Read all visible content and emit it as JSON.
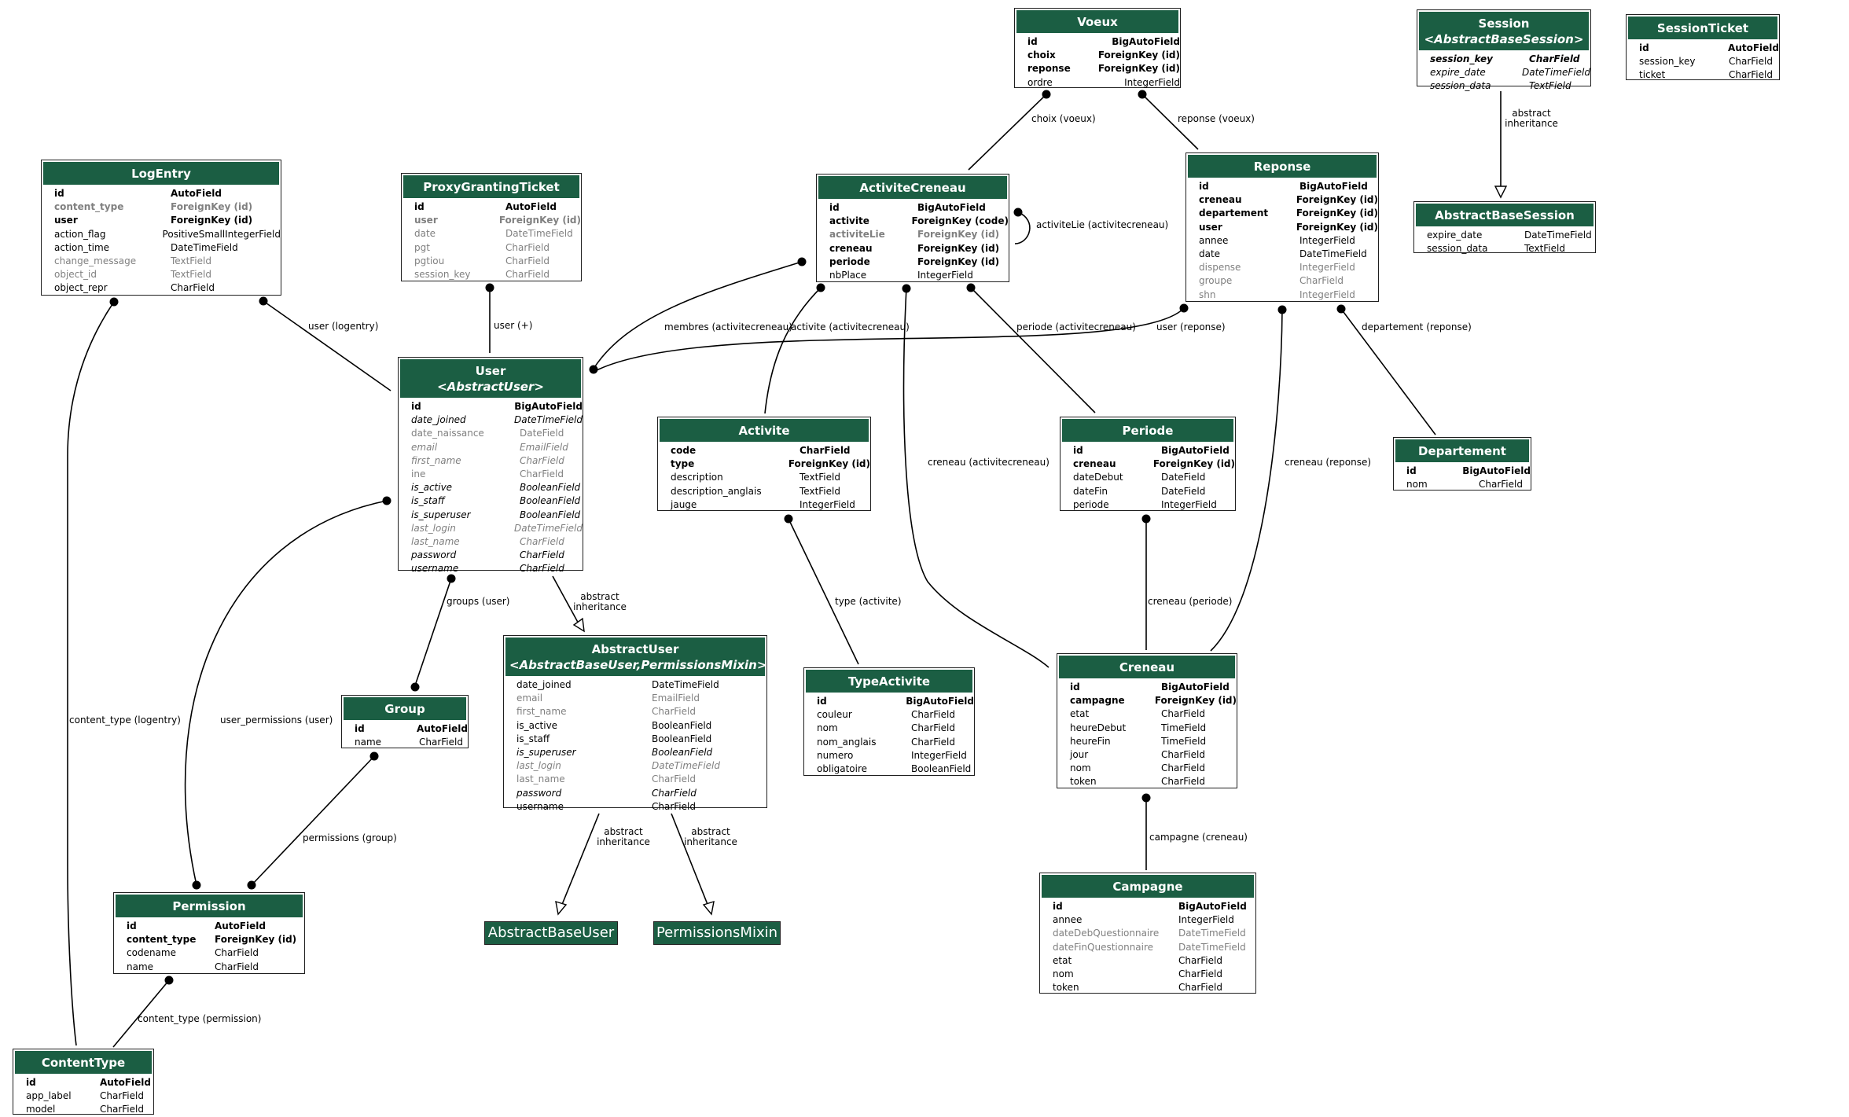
{
  "colors": {
    "header": "#1b5e43",
    "header_text": "#ffffff",
    "border": "#1f1f1f",
    "inherited_field": "#808080"
  },
  "models": [
    {
      "id": "voeux",
      "title": "Voeux",
      "sub": "",
      "fields": [
        [
          "id",
          "BigAutoField",
          "b"
        ],
        [
          "choix",
          "ForeignKey (id)",
          "b"
        ],
        [
          "reponse",
          "ForeignKey (id)",
          "b"
        ],
        [
          "ordre",
          "IntegerField",
          ""
        ]
      ]
    },
    {
      "id": "session",
      "title": "Session",
      "sub": "<AbstractBaseSession>",
      "fields": [
        [
          "session_key",
          "CharField",
          "bi"
        ],
        [
          "expire_date",
          "DateTimeField",
          "i"
        ],
        [
          "session_data",
          "TextField",
          "i"
        ]
      ]
    },
    {
      "id": "sessionticket",
      "title": "SessionTicket",
      "sub": "",
      "fields": [
        [
          "id",
          "AutoField",
          "b"
        ],
        [
          "session_key",
          "CharField",
          ""
        ],
        [
          "ticket",
          "CharField",
          ""
        ]
      ]
    },
    {
      "id": "logentry",
      "title": "LogEntry",
      "sub": "",
      "fields": [
        [
          "id",
          "AutoField",
          "b"
        ],
        [
          "content_type",
          "ForeignKey (id)",
          "bg"
        ],
        [
          "user",
          "ForeignKey (id)",
          "b"
        ],
        [
          "action_flag",
          "PositiveSmallIntegerField",
          ""
        ],
        [
          "action_time",
          "DateTimeField",
          ""
        ],
        [
          "change_message",
          "TextField",
          "g"
        ],
        [
          "object_id",
          "TextField",
          "g"
        ],
        [
          "object_repr",
          "CharField",
          ""
        ]
      ]
    },
    {
      "id": "proxy",
      "title": "ProxyGrantingTicket",
      "sub": "",
      "fields": [
        [
          "id",
          "AutoField",
          "b"
        ],
        [
          "user",
          "ForeignKey (id)",
          "bg"
        ],
        [
          "date",
          "DateTimeField",
          "g"
        ],
        [
          "pgt",
          "CharField",
          "g"
        ],
        [
          "pgtiou",
          "CharField",
          "g"
        ],
        [
          "session_key",
          "CharField",
          "g"
        ]
      ]
    },
    {
      "id": "activitecreneau",
      "title": "ActiviteCreneau",
      "sub": "",
      "fields": [
        [
          "id",
          "BigAutoField",
          "b"
        ],
        [
          "activite",
          "ForeignKey (code)",
          "b"
        ],
        [
          "activiteLie",
          "ForeignKey (id)",
          "bg"
        ],
        [
          "creneau",
          "ForeignKey (id)",
          "b"
        ],
        [
          "periode",
          "ForeignKey (id)",
          "b"
        ],
        [
          "nbPlace",
          "IntegerField",
          ""
        ]
      ]
    },
    {
      "id": "reponse",
      "title": "Reponse",
      "sub": "",
      "fields": [
        [
          "id",
          "BigAutoField",
          "b"
        ],
        [
          "creneau",
          "ForeignKey (id)",
          "b"
        ],
        [
          "departement",
          "ForeignKey (id)",
          "b"
        ],
        [
          "user",
          "ForeignKey (id)",
          "b"
        ],
        [
          "annee",
          "IntegerField",
          ""
        ],
        [
          "date",
          "DateTimeField",
          ""
        ],
        [
          "dispense",
          "IntegerField",
          "g"
        ],
        [
          "groupe",
          "CharField",
          "g"
        ],
        [
          "shn",
          "IntegerField",
          "g"
        ]
      ]
    },
    {
      "id": "abstractbasesession",
      "title": "AbstractBaseSession",
      "sub": "",
      "fields": [
        [
          "expire_date",
          "DateTimeField",
          ""
        ],
        [
          "session_data",
          "TextField",
          ""
        ]
      ]
    },
    {
      "id": "user",
      "title": "User",
      "sub": "<AbstractUser>",
      "fields": [
        [
          "id",
          "BigAutoField",
          "b"
        ],
        [
          "date_joined",
          "DateTimeField",
          "i"
        ],
        [
          "date_naissance",
          "DateField",
          "g"
        ],
        [
          "email",
          "EmailField",
          "ig"
        ],
        [
          "first_name",
          "CharField",
          "ig"
        ],
        [
          "ine",
          "CharField",
          "g"
        ],
        [
          "is_active",
          "BooleanField",
          "i"
        ],
        [
          "is_staff",
          "BooleanField",
          "i"
        ],
        [
          "is_superuser",
          "BooleanField",
          "i"
        ],
        [
          "last_login",
          "DateTimeField",
          "ig"
        ],
        [
          "last_name",
          "CharField",
          "ig"
        ],
        [
          "password",
          "CharField",
          "i"
        ],
        [
          "username",
          "CharField",
          "i"
        ]
      ]
    },
    {
      "id": "activite",
      "title": "Activite",
      "sub": "",
      "fields": [
        [
          "code",
          "CharField",
          "b"
        ],
        [
          "type",
          "ForeignKey (id)",
          "b"
        ],
        [
          "description",
          "TextField",
          ""
        ],
        [
          "description_anglais",
          "TextField",
          ""
        ],
        [
          "jauge",
          "IntegerField",
          ""
        ]
      ]
    },
    {
      "id": "periode",
      "title": "Periode",
      "sub": "",
      "fields": [
        [
          "id",
          "BigAutoField",
          "b"
        ],
        [
          "creneau",
          "ForeignKey (id)",
          "b"
        ],
        [
          "dateDebut",
          "DateField",
          ""
        ],
        [
          "dateFin",
          "DateField",
          ""
        ],
        [
          "periode",
          "IntegerField",
          ""
        ]
      ]
    },
    {
      "id": "departement",
      "title": "Departement",
      "sub": "",
      "fields": [
        [
          "id",
          "BigAutoField",
          "b"
        ],
        [
          "nom",
          "CharField",
          ""
        ]
      ]
    },
    {
      "id": "abstractuser",
      "title": "AbstractUser",
      "sub": "<AbstractBaseUser,PermissionsMixin>",
      "fields": [
        [
          "date_joined",
          "DateTimeField",
          ""
        ],
        [
          "email",
          "EmailField",
          "g"
        ],
        [
          "first_name",
          "CharField",
          "g"
        ],
        [
          "is_active",
          "BooleanField",
          ""
        ],
        [
          "is_staff",
          "BooleanField",
          ""
        ],
        [
          "is_superuser",
          "BooleanField",
          "i"
        ],
        [
          "last_login",
          "DateTimeField",
          "ig"
        ],
        [
          "last_name",
          "CharField",
          "g"
        ],
        [
          "password",
          "CharField",
          "i"
        ],
        [
          "username",
          "CharField",
          ""
        ]
      ]
    },
    {
      "id": "group",
      "title": "Group",
      "sub": "",
      "fields": [
        [
          "id",
          "AutoField",
          "b"
        ],
        [
          "name",
          "CharField",
          ""
        ]
      ]
    },
    {
      "id": "typeactivite",
      "title": "TypeActivite",
      "sub": "",
      "fields": [
        [
          "id",
          "BigAutoField",
          "b"
        ],
        [
          "couleur",
          "CharField",
          ""
        ],
        [
          "nom",
          "CharField",
          ""
        ],
        [
          "nom_anglais",
          "CharField",
          ""
        ],
        [
          "numero",
          "IntegerField",
          ""
        ],
        [
          "obligatoire",
          "BooleanField",
          ""
        ]
      ]
    },
    {
      "id": "creneau",
      "title": "Creneau",
      "sub": "",
      "fields": [
        [
          "id",
          "BigAutoField",
          "b"
        ],
        [
          "campagne",
          "ForeignKey (id)",
          "b"
        ],
        [
          "etat",
          "CharField",
          ""
        ],
        [
          "heureDebut",
          "TimeField",
          ""
        ],
        [
          "heureFin",
          "TimeField",
          ""
        ],
        [
          "jour",
          "CharField",
          ""
        ],
        [
          "nom",
          "CharField",
          ""
        ],
        [
          "token",
          "CharField",
          ""
        ]
      ]
    },
    {
      "id": "permission",
      "title": "Permission",
      "sub": "",
      "fields": [
        [
          "id",
          "AutoField",
          "b"
        ],
        [
          "content_type",
          "ForeignKey (id)",
          "b"
        ],
        [
          "codename",
          "CharField",
          ""
        ],
        [
          "name",
          "CharField",
          ""
        ]
      ]
    },
    {
      "id": "campagne",
      "title": "Campagne",
      "sub": "",
      "fields": [
        [
          "id",
          "BigAutoField",
          "b"
        ],
        [
          "annee",
          "IntegerField",
          ""
        ],
        [
          "dateDebQuestionnaire",
          "DateTimeField",
          "g"
        ],
        [
          "dateFinQuestionnaire",
          "DateTimeField",
          "g"
        ],
        [
          "etat",
          "CharField",
          ""
        ],
        [
          "nom",
          "CharField",
          ""
        ],
        [
          "token",
          "CharField",
          ""
        ]
      ]
    },
    {
      "id": "contenttype",
      "title": "ContentType",
      "sub": "",
      "fields": [
        [
          "id",
          "AutoField",
          "b"
        ],
        [
          "app_label",
          "CharField",
          ""
        ],
        [
          "model",
          "CharField",
          ""
        ]
      ]
    }
  ],
  "plain_nodes": [
    {
      "id": "abstractbaseuser",
      "title": "AbstractBaseUser"
    },
    {
      "id": "permissionsmixin",
      "title": "PermissionsMixin"
    }
  ],
  "edge_labels": [
    "choix (voeux)",
    "reponse (voeux)",
    "abstract\ninheritance",
    "user (logentry)",
    "user (+)",
    "membres (activitecreneau)",
    "activite (activitecreneau)",
    "periode (activitecreneau)",
    "user (reponse)",
    "departement (reponse)",
    "activiteLie (activitecreneau)",
    "creneau (activitecreneau)",
    "creneau (reponse)",
    "groups (user)",
    "abstract\ninheritance",
    "type (activite)",
    "creneau (periode)",
    "content_type (logentry)",
    "user_permissions (user)",
    "permissions (group)",
    "abstract\ninheritance",
    "abstract\ninheritance",
    "campagne (creneau)",
    "content_type (permission)"
  ]
}
